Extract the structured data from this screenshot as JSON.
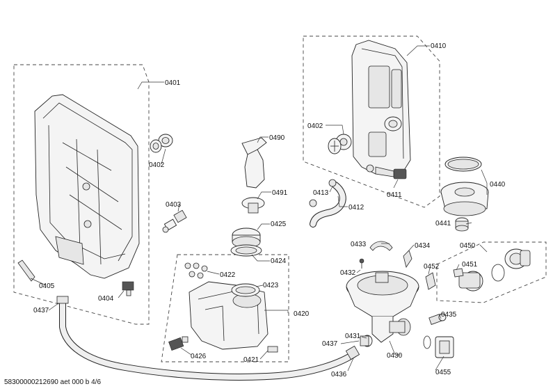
{
  "labels": {
    "l0401": "0401",
    "l0402a": "0402",
    "l0402b": "0402",
    "l0403": "0403",
    "l0404": "0404",
    "l0405": "0405",
    "l0410": "0410",
    "l0411": "0411",
    "l0412": "0412",
    "l0413": "0413",
    "l0420": "0420",
    "l0421": "0421",
    "l0422": "0422",
    "l0423": "0423",
    "l0424": "0424",
    "l0425": "0425",
    "l0426": "0426",
    "l0430": "0430",
    "l0431": "0431",
    "l0432": "0432",
    "l0433": "0433",
    "l0434": "0434",
    "l0435": "0435",
    "l0436": "0436",
    "l0437a": "0437",
    "l0437b": "0437",
    "l0440": "0440",
    "l0441": "0441",
    "l0450": "0450",
    "l0451": "0451",
    "l0452": "0452",
    "l0455": "0455",
    "l0490": "0490",
    "l0491": "0491"
  },
  "footer": {
    "doc_id": "58300000212690 aet 000 b 4/6"
  }
}
